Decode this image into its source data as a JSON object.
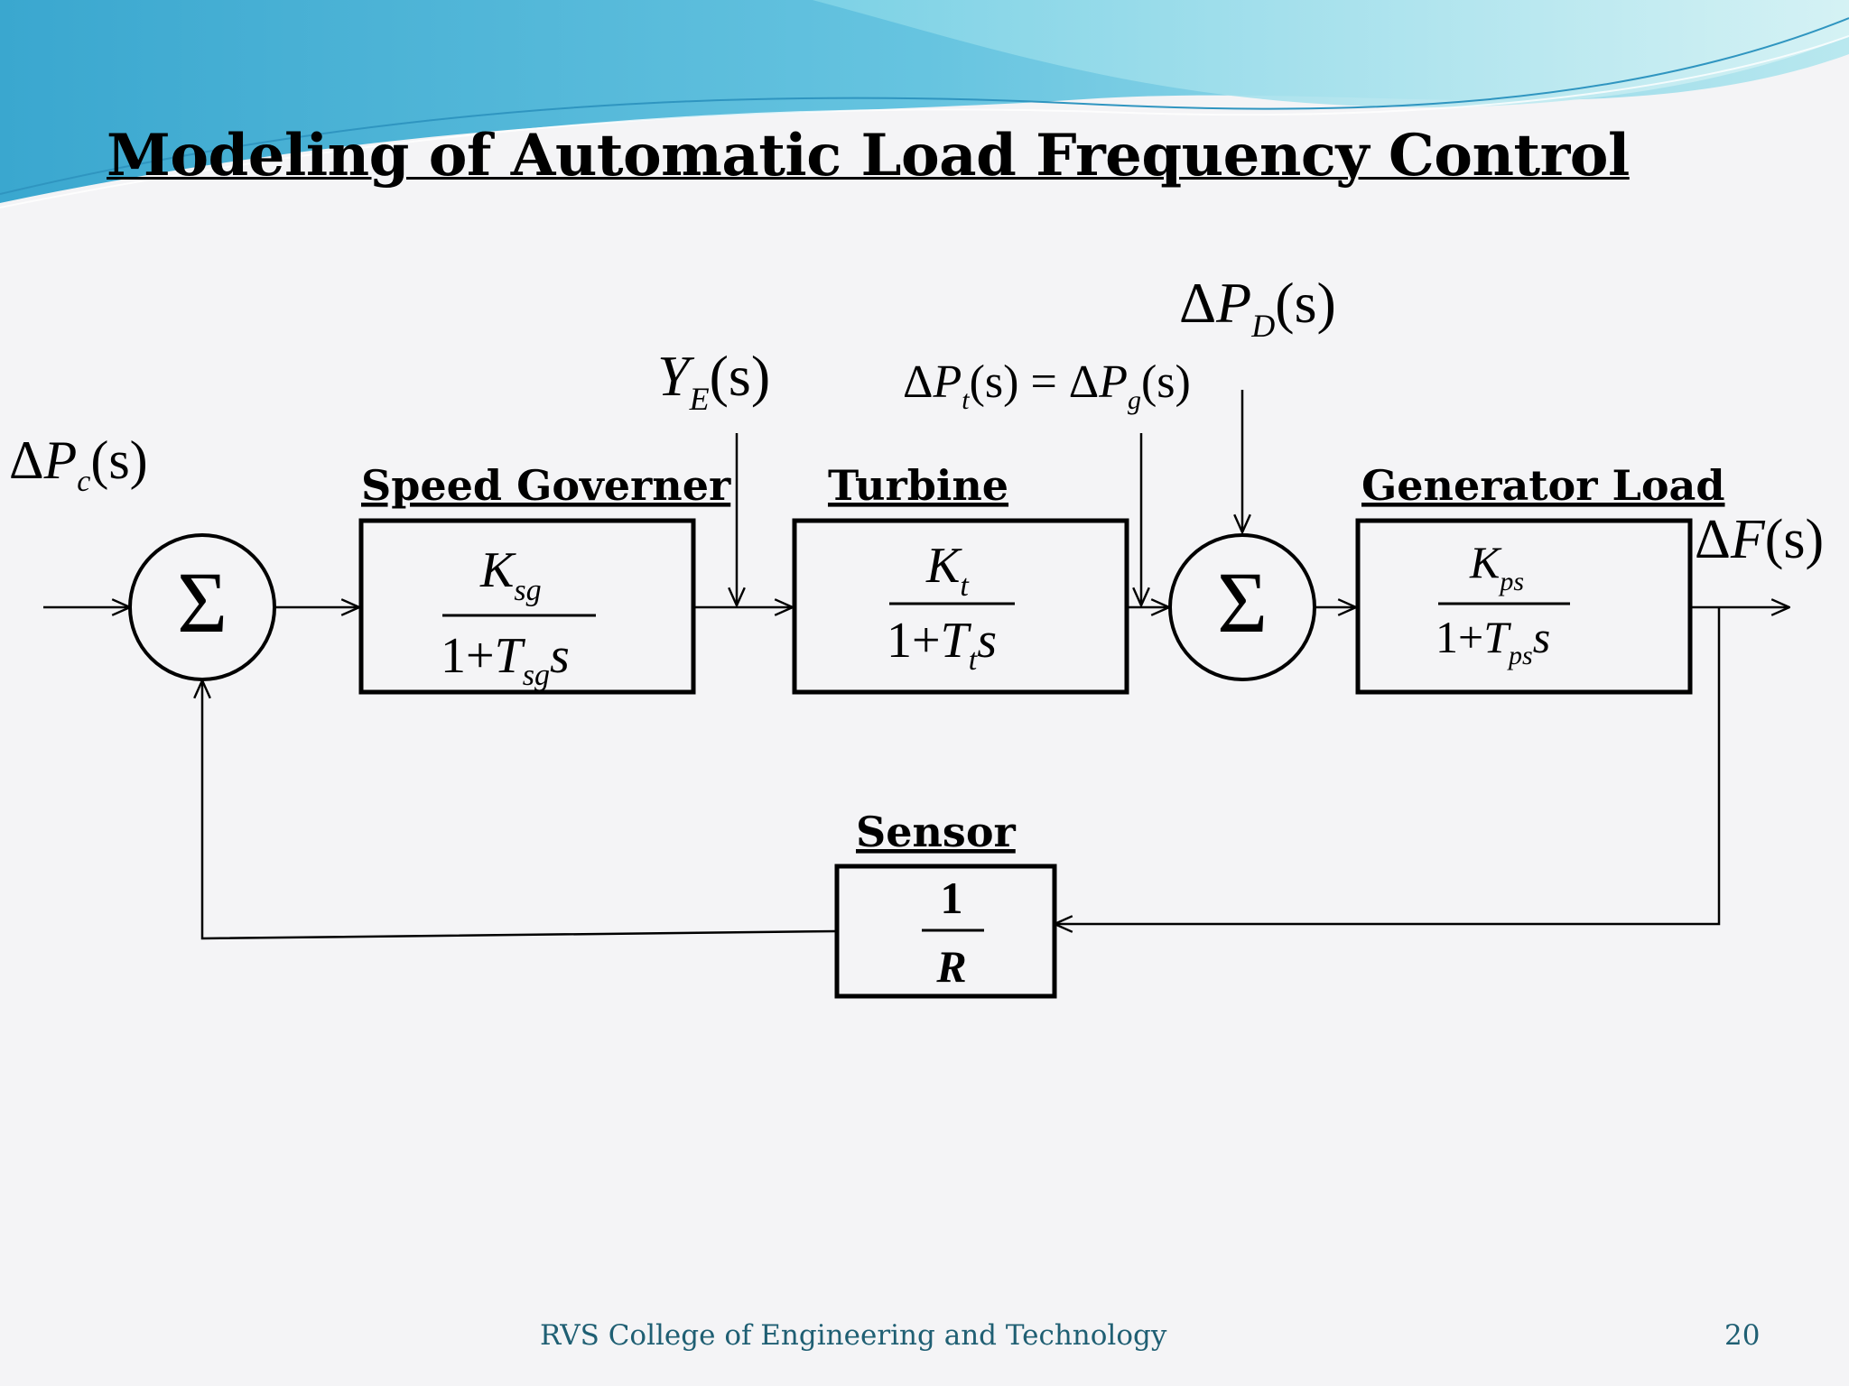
{
  "title": "Modeling of Automatic Load Frequency Control",
  "footer": {
    "institution": "RVS College of Engineering and Technology",
    "page_number": "20"
  },
  "blocks": {
    "speed_governor": {
      "label": "Speed Governer",
      "num_main": "K",
      "num_sub": "sg",
      "den_prefix": "1+",
      "den_T": "T",
      "den_sub": "sg",
      "den_var": "s"
    },
    "turbine": {
      "label": "Turbine",
      "num_main": "K",
      "num_sub": "t",
      "den_prefix": "1+",
      "den_T": "T",
      "den_sub": "t",
      "den_var": "s"
    },
    "generator_load": {
      "label": "Generator Load",
      "num_main": "K",
      "num_sub": "ps",
      "den_prefix": "1+",
      "den_T": "T",
      "den_sub": "ps",
      "den_var": "s"
    },
    "sensor": {
      "label": "Sensor",
      "numerator": "1",
      "denominator": "R"
    }
  },
  "summing_symbol": "Σ",
  "signals": {
    "input": {
      "delta": "Δ",
      "var": "P",
      "sub": "c",
      "arg": "(s)"
    },
    "ye": {
      "var": "Y",
      "sub": "E",
      "arg": "(s)"
    },
    "pt_pg": {
      "delta": "Δ",
      "var": "P",
      "sub": "t",
      "arg": "(s)",
      "eq": " = ",
      "delta2": "Δ",
      "var2": "P",
      "sub2": "g",
      "arg2": "(s)"
    },
    "pd": {
      "delta": "Δ",
      "var": "P",
      "sub": "D",
      "arg": "(s)"
    },
    "output": {
      "delta": "Δ",
      "var": "F",
      "arg": "(s)"
    }
  },
  "colors": {
    "wave_dark": "#4fb3d6",
    "wave_light": "#a8e1ea",
    "footer_text": "#1f5f73",
    "background": "#f4f4f6"
  }
}
